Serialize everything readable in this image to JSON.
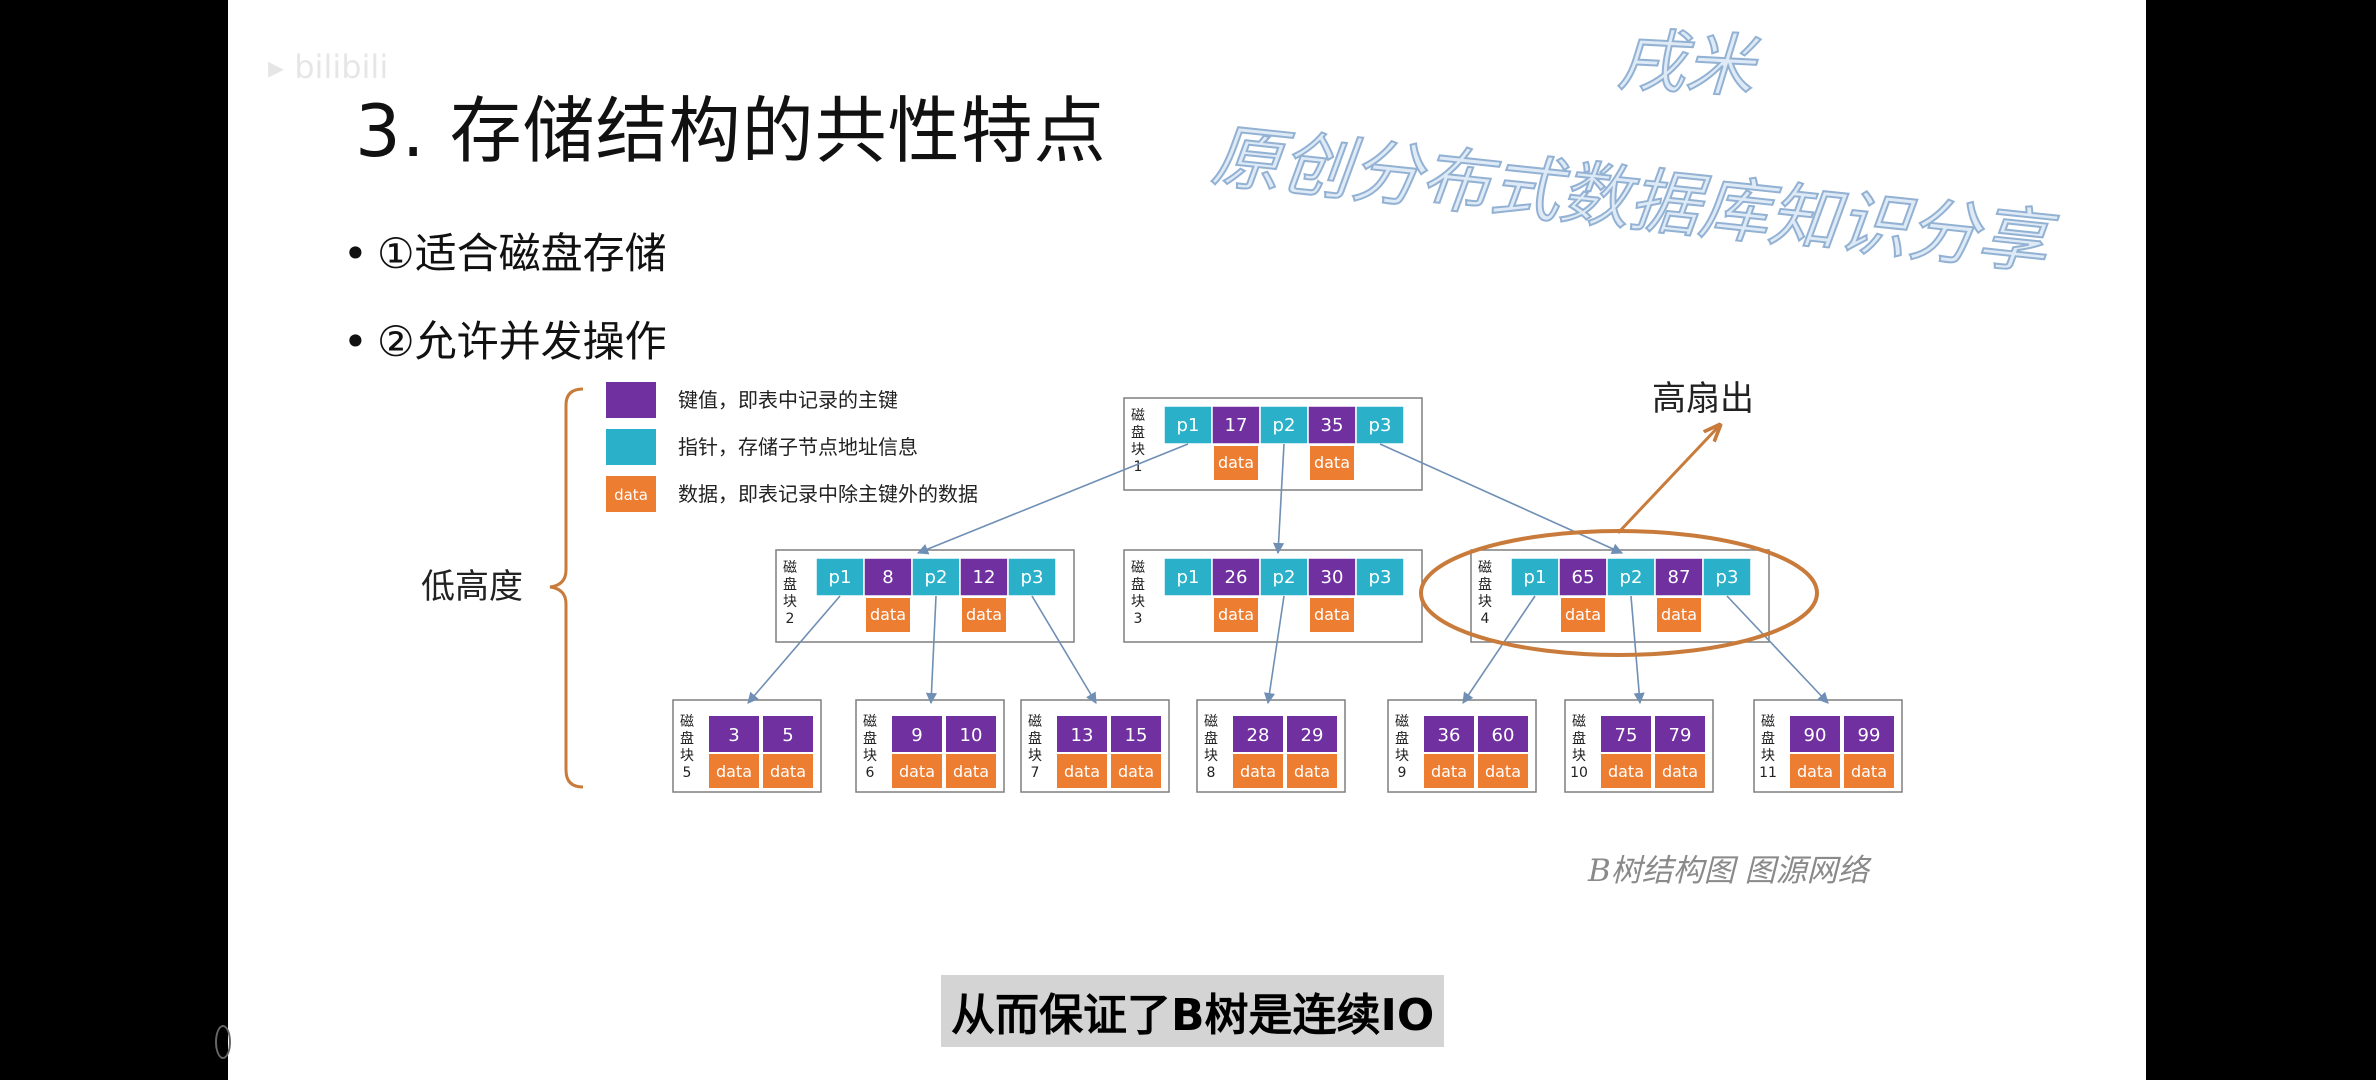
{
  "slide": {
    "title": "3. 存储结构的共性特点",
    "bullets": [
      "①适合磁盘存储",
      "②允许并发操作"
    ],
    "watermark_brand": "戌米",
    "watermark_line": "原创分布式数据库知识分享",
    "subtitle": "从而保证了B树是连续IO",
    "caption": "B树结构图 图源网络"
  },
  "legend": [
    {
      "label": "键值，即表中记录的主键",
      "color": "#7030a0",
      "text": ""
    },
    {
      "label": "指针，存储子节点地址信息",
      "color": "#2ab0c8",
      "text": ""
    },
    {
      "label": "数据，即表记录中除主键外的数据",
      "color": "#ed7d31",
      "text": "data"
    }
  ],
  "annotations": {
    "low_height": "低高度",
    "high_fanout": "高扇出"
  },
  "colors": {
    "key": "#7030a0",
    "pointer": "#2ab0c8",
    "data": "#ed7d31",
    "brace": "#c87b3a",
    "highlight": "#c87b3a",
    "edge": "#6f8fb4"
  },
  "tree": {
    "block_label": "磁盘块",
    "pointer_labels": [
      "p1",
      "p2",
      "p3"
    ],
    "data_label": "data",
    "root": {
      "id": "1",
      "keys": [
        17,
        35
      ]
    },
    "level2": [
      {
        "id": "2",
        "keys": [
          8,
          12
        ]
      },
      {
        "id": "3",
        "keys": [
          26,
          30
        ]
      },
      {
        "id": "4",
        "keys": [
          65,
          87
        ]
      }
    ],
    "leaves": [
      {
        "id": "5",
        "keys": [
          3,
          5
        ]
      },
      {
        "id": "6",
        "keys": [
          9,
          10
        ]
      },
      {
        "id": "7",
        "keys": [
          13,
          15
        ]
      },
      {
        "id": "8",
        "keys": [
          28,
          29
        ]
      },
      {
        "id": "9",
        "keys": [
          36,
          60
        ]
      },
      {
        "id": "10",
        "keys": [
          75,
          79
        ]
      },
      {
        "id": "11",
        "keys": [
          90,
          99
        ]
      }
    ]
  }
}
